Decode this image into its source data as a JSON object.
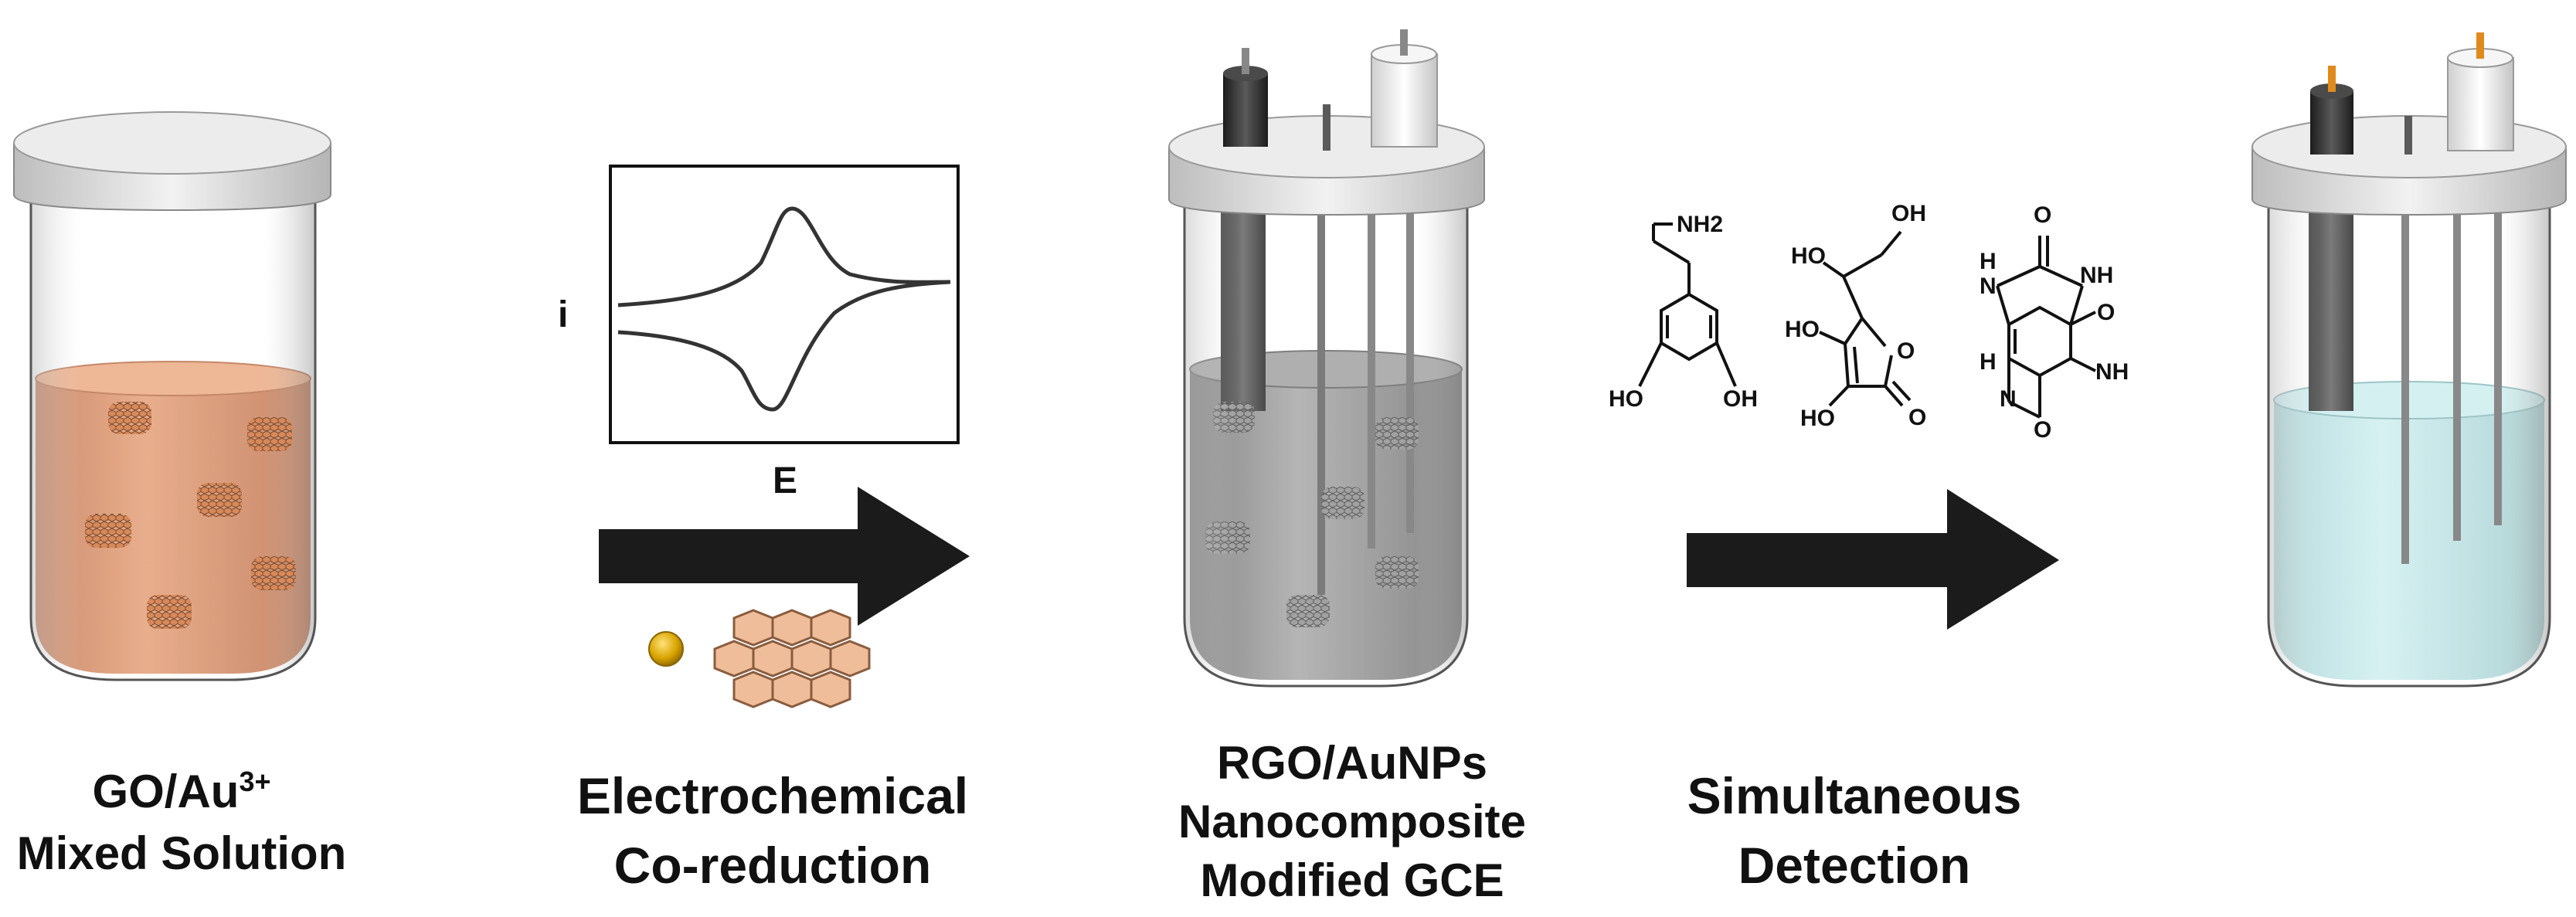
{
  "steps": [
    {
      "line1": "GO/Au",
      "line1_sup": "3+",
      "line2": "Mixed Solution"
    },
    {
      "line1": "Electrochemical",
      "line2": "Co-reduction"
    },
    {
      "line1": "RGO/AuNPs",
      "line2": "Nanocomposite",
      "line3": "Modified GCE"
    },
    {
      "line1": "Simultaneous",
      "line2": "Detection"
    }
  ],
  "cv_plot": {
    "y_label": "i",
    "x_label": "E"
  },
  "molecules": {
    "dopamine": {
      "nh2": "NH2",
      "oh1": "HO",
      "oh2": "OH"
    },
    "ascorbic_acid": {
      "oh_top": "OH",
      "ho_mid": "HO",
      "ho_left": "HO",
      "ho_bottom": "HO",
      "ring_o": "O",
      "carbonyl_o": "O"
    },
    "uric_acid": {
      "o_top": "O",
      "nh_top": "NH",
      "h_left": "H",
      "n_left": "N",
      "nh_right": "NH",
      "o_right": "O",
      "o_bottom": "O",
      "h_bottom": "H",
      "n_bottom": "N"
    }
  },
  "colors": {
    "solution_1": "#d98b5f",
    "solution_2": "#8e8e8e",
    "solution_3": "#b9e2e4",
    "arrow": "#1b1b1b",
    "gold": "#d9a400",
    "flake": "#e8b48e",
    "lid": "#e6e6e6"
  }
}
